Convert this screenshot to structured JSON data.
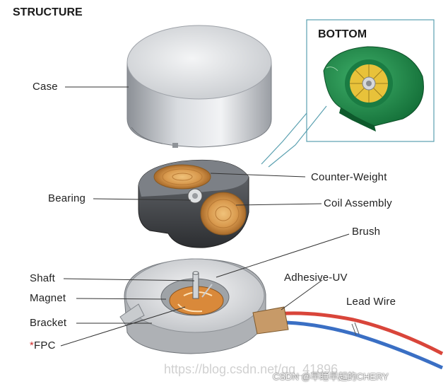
{
  "title": "STRUCTURE",
  "inset": {
    "title": "BOTTOM"
  },
  "labels": {
    "case": "Case",
    "counter_weight": "Counter-Weight",
    "bearing": "Bearing",
    "coil_assembly": "Coil Assembly",
    "brush": "Brush",
    "shaft": "Shaft",
    "adhesive_uv": "Adhesive-UV",
    "magnet": "Magnet",
    "lead_wire": "Lead Wire",
    "bracket": "Bracket",
    "fpc_marker": "*",
    "fpc": "FPC"
  },
  "watermarks": {
    "url": "https://blog.csdn.net/qq_41896",
    "csdn": "CSDN @早睡早起的CHERY"
  },
  "colors": {
    "pcb_green": "#1f8a4a",
    "copper": "#d99a4e",
    "wire_red": "#d9453a",
    "wire_blue": "#3a6fc4",
    "frame_teal": "#5aa0b0"
  }
}
